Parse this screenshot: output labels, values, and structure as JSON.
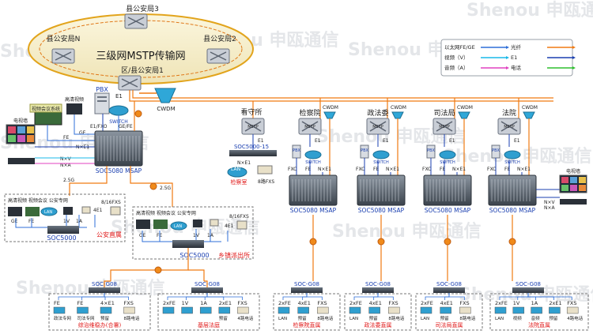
{
  "watermark": "Shenou 申瓯通信",
  "ring": {
    "title": "三级网MSTP传输网",
    "nodes": {
      "top": "县公安局3",
      "left": "县公安局N",
      "right": "县公安局2",
      "bottom": "区/县公安局1"
    }
  },
  "legend": {
    "items": [
      {
        "label": "以太网FE/GE",
        "color": "#2f6fd8"
      },
      {
        "label": "光纤",
        "color": "#f07a12"
      },
      {
        "label": "视频（V）",
        "color": "#18b8e8"
      },
      {
        "label": "E1",
        "color": "#1a3fb0"
      },
      {
        "label": "音频（A）",
        "color": "#e040c0"
      },
      {
        "label": "电话",
        "color": "#2fbf2f"
      }
    ]
  },
  "hq": {
    "pbx": "PBX",
    "switch": "SWITCH",
    "e1": "E1",
    "e1fxo": "E1/FXO",
    "gefe": "GE/FE",
    "ge": "GE",
    "fe": "FE",
    "nxe1": "N×E1",
    "nxv": "N×V",
    "nxa": "N×A",
    "hd_video": "高清视频",
    "video_conf": "视频会议系统",
    "tv_wall": "电视墙",
    "cwdm": "CWDM",
    "msap": "SOC5080 MSAP",
    "link1": "2.5G",
    "link2": "2.5G"
  },
  "detention": {
    "name": "看守所",
    "mstp": "MSTP",
    "e1": "E1",
    "device": "SOC5000-15",
    "nxe1": "N×E1",
    "lan": "LAN",
    "fxs": "8路FXS",
    "room": "检察室"
  },
  "branches": [
    {
      "name": "检察院",
      "cwdm": "CWDM",
      "leaf": "检察院直属"
    },
    {
      "name": "政法委",
      "cwdm": "CWDM",
      "leaf": "政法委直属"
    },
    {
      "name": "司法局",
      "cwdm": "CWDM",
      "leaf": "司法局直属"
    },
    {
      "name": "法院",
      "cwdm": "CWDM",
      "leaf": "法院直属"
    }
  ],
  "branch_labels": {
    "mstp": "MSTP",
    "e1": "E1",
    "pbx": "PBX",
    "switch": "SWITCH",
    "fxo": "FXO",
    "fe": "FE",
    "nxe1": "N×E1",
    "msap": "SOC5080 MSAP",
    "tv_wall": "电视墙",
    "nxv": "N×V",
    "nxa": "N×A"
  },
  "subsites": {
    "public_security": {
      "hd": "高清视频 视频会议 公安专网",
      "ge": "GE",
      "fe": "FE",
      "lan": "LAN",
      "v": "1V",
      "a": "1A",
      "e1": "4E1",
      "fxs": "8/16FXS",
      "device": "SOC5000",
      "name": "公安直属"
    },
    "township": {
      "hd": "高清视频 视频会议 公安专网",
      "ge": "GE",
      "fe": "FE",
      "lan": "LAN",
      "v": "1V",
      "a": "1A",
      "e1": "4E1",
      "fxs": "8/16FXS",
      "device": "SOC5000",
      "name": "乡镇派出所"
    }
  },
  "g08_sites": [
    {
      "device": "SOC-G08",
      "ports": [
        "FE",
        "FE",
        "4×E1",
        "FXS"
      ],
      "subs": [
        "政法专网",
        "司法专网",
        "预留",
        "8路电话"
      ],
      "name": "综治维稳办(合署)"
    },
    {
      "device": "SOC-G08",
      "ports": [
        "2xFE",
        "1V",
        "1A",
        "2xE1",
        "FXS"
      ],
      "subs": [
        "",
        "",
        "",
        "预留",
        "4路电话"
      ],
      "name": "基层法庭"
    },
    {
      "device": "SOC-G08",
      "ports": [
        "2xFE",
        "4xE1",
        "FXS"
      ],
      "subs": [
        "LAN",
        "预留",
        "8路电话"
      ],
      "name": "检察院直属"
    },
    {
      "device": "SOC-G08",
      "ports": [
        "2xFE",
        "4xE1",
        "FXS"
      ],
      "subs": [
        "LAN",
        "预留",
        "8路电话"
      ],
      "name": "政法委直属"
    },
    {
      "device": "SOC-G08",
      "ports": [
        "2xFE",
        "4xE1",
        "FXS"
      ],
      "subs": [
        "LAN",
        "预留",
        "8路电话"
      ],
      "name": "司法局直属"
    },
    {
      "device": "SOC-G08",
      "ports": [
        "2xFE",
        "1V",
        "1A",
        "2xE1",
        "FXS"
      ],
      "subs": [
        "LAN",
        "视频",
        "音频",
        "预留",
        "4路电话"
      ],
      "name": "法院直属"
    }
  ]
}
